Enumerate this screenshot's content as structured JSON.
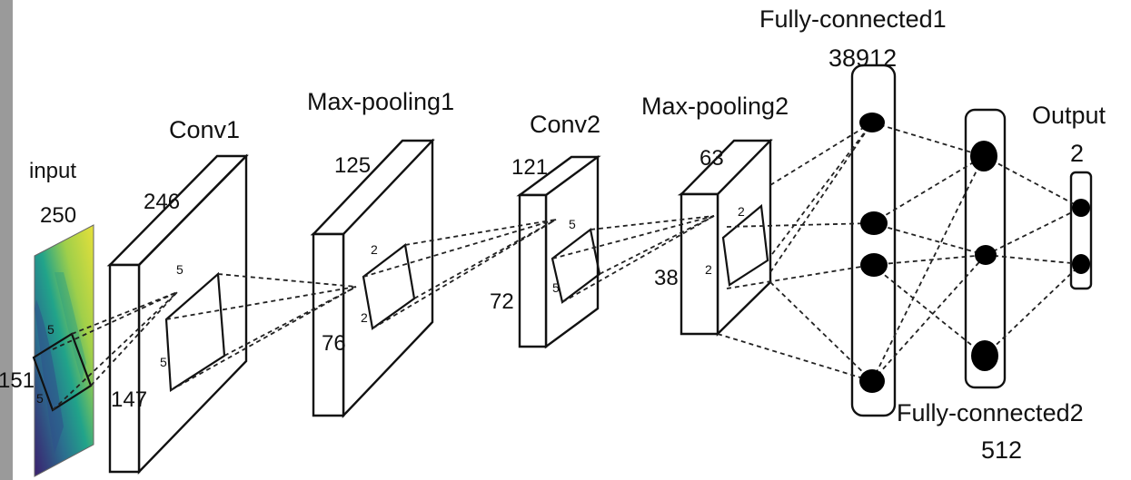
{
  "input": {
    "label": "input",
    "width": "250",
    "height": "151",
    "kernel_h": "5",
    "kernel_w": "5"
  },
  "conv1": {
    "label": "Conv1",
    "width": "246",
    "height": "147",
    "kernel_h": "5",
    "kernel_w": "5"
  },
  "pool1": {
    "label": "Max-pooling1",
    "width": "125",
    "height": "76",
    "kernel_h": "2",
    "kernel_w": "2"
  },
  "conv2": {
    "label": "Conv2",
    "width": "121",
    "height": "72",
    "kernel_h": "5",
    "kernel_w": "5"
  },
  "pool2": {
    "label": "Max-pooling2",
    "width": "63",
    "height": "38",
    "kernel_h": "2",
    "kernel_w": "2"
  },
  "fc1": {
    "label": "Fully-connected1",
    "units": "38912"
  },
  "fc2": {
    "label": "Fully-connected2",
    "units": "512"
  },
  "output": {
    "label": "Output",
    "units": "2"
  },
  "colors": {
    "stroke": "#111111",
    "node": "#000000",
    "heat_low": "#3b1f6e",
    "heat_mid": "#21a38a",
    "heat_high": "#e6e03a"
  }
}
